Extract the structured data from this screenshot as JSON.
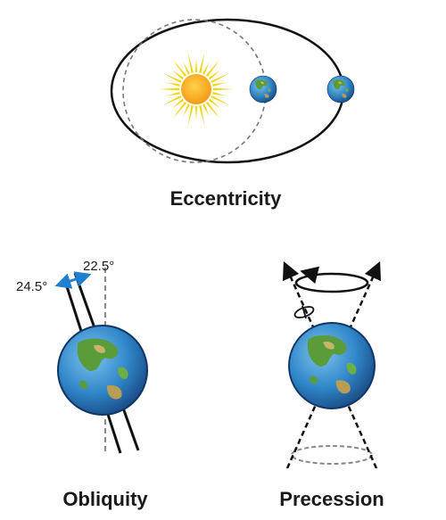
{
  "diagrams": {
    "eccentricity": {
      "caption": "Eccentricity"
    },
    "obliquity": {
      "caption": "Obliquity",
      "angle_max": "24.5°",
      "angle_min": "22.5°"
    },
    "precession": {
      "caption": "Precession"
    }
  },
  "colors": {
    "ocean": "#2f86c8",
    "ocean_dark": "#1a4f8a",
    "land": "#5a9b3a",
    "land_dry": "#c9b56a",
    "sun_core": "#f7a51c",
    "sun_rays": "#f6d418",
    "angle_arrow": "#1f7fd0",
    "line": "#111111",
    "dashed_ref": "#888888"
  },
  "icons": {
    "sun": "sun-icon",
    "earth": "earth-globe-icon"
  }
}
